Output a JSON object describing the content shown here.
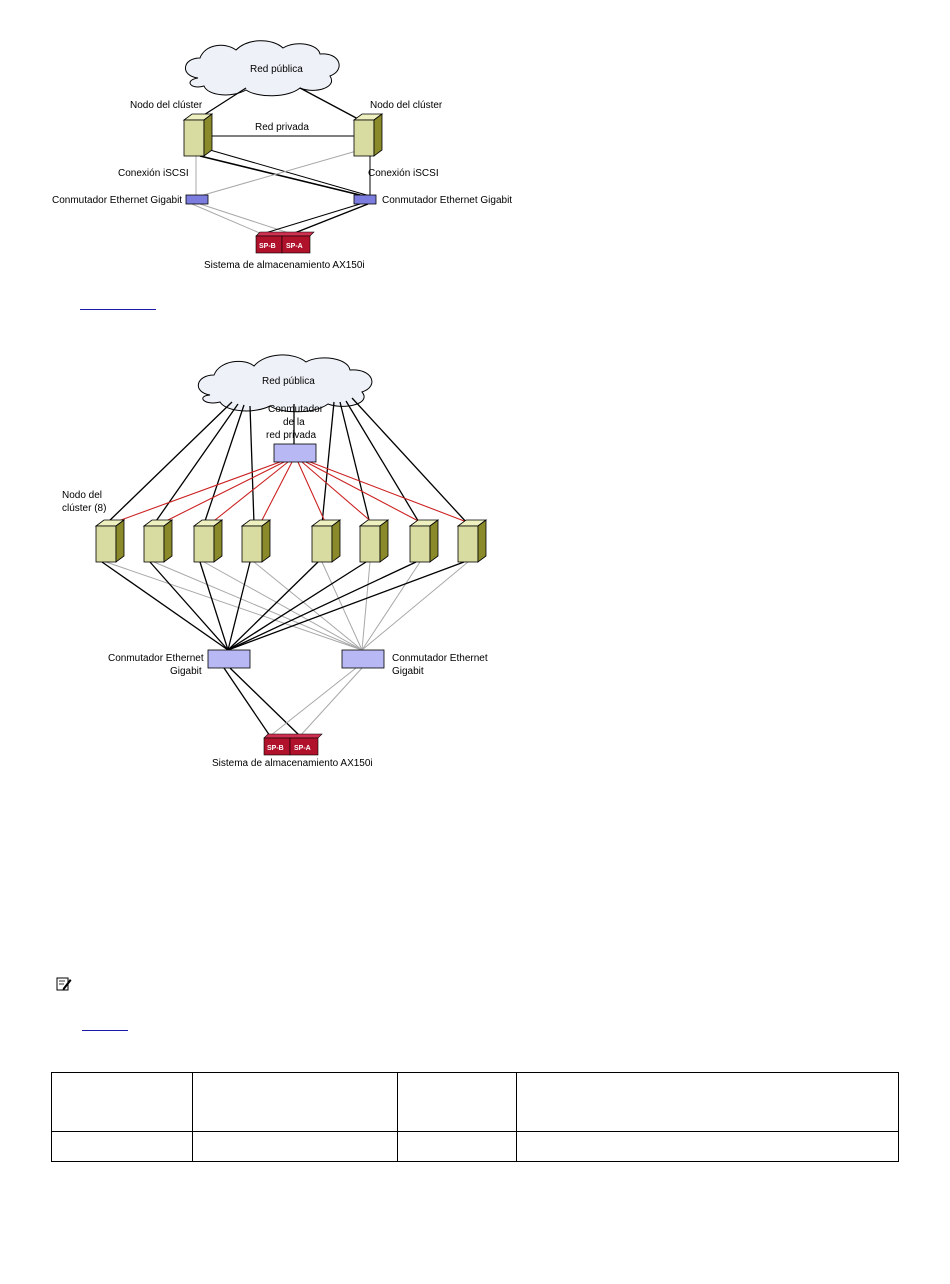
{
  "figure1": {
    "public_network": "Red pública",
    "node_left": "Nodo del clúster",
    "node_right": "Nodo del clúster",
    "private_network": "Red privada",
    "iscsi_left": "Conexión iSCSI",
    "iscsi_right": "Conexión iSCSI",
    "switch_left": "Conmutador Ethernet Gigabit",
    "switch_right": "Conmutador Ethernet Gigabit",
    "sp_b": "SP-B",
    "sp_a": "SP-A",
    "storage": "Sistema de almacenamiento AX150i"
  },
  "figure2": {
    "public_network": "Red pública",
    "private_switch_line1": "Conmutador",
    "private_switch_line2": "de la",
    "private_switch_line3": "red privada",
    "nodes_line1": "Nodo del",
    "nodes_line2": "clúster (8)",
    "switch_left_line1": "Conmutador Ethernet",
    "switch_left_line2": "Gigabit",
    "switch_right_line1": "Conmutador Ethernet",
    "switch_right_line2": "Gigabit",
    "sp_b": "SP-B",
    "sp_a": "SP-A",
    "storage": "Sistema de almacenamiento AX150i"
  },
  "colors": {
    "cloud_fill": "#eef2f8",
    "node_front": "#d9dca0",
    "node_side": "#8a8a2a",
    "switch_fill": "#b8b8f4",
    "switch_fill_dark": "#7d7de0",
    "storage_fill": "#b0122c",
    "private_link": "#cc2222",
    "iscsi_link": "#a8a8a8",
    "hyperlink": "#1a1aa6"
  },
  "icons": {
    "note": "pencil-note-icon"
  }
}
